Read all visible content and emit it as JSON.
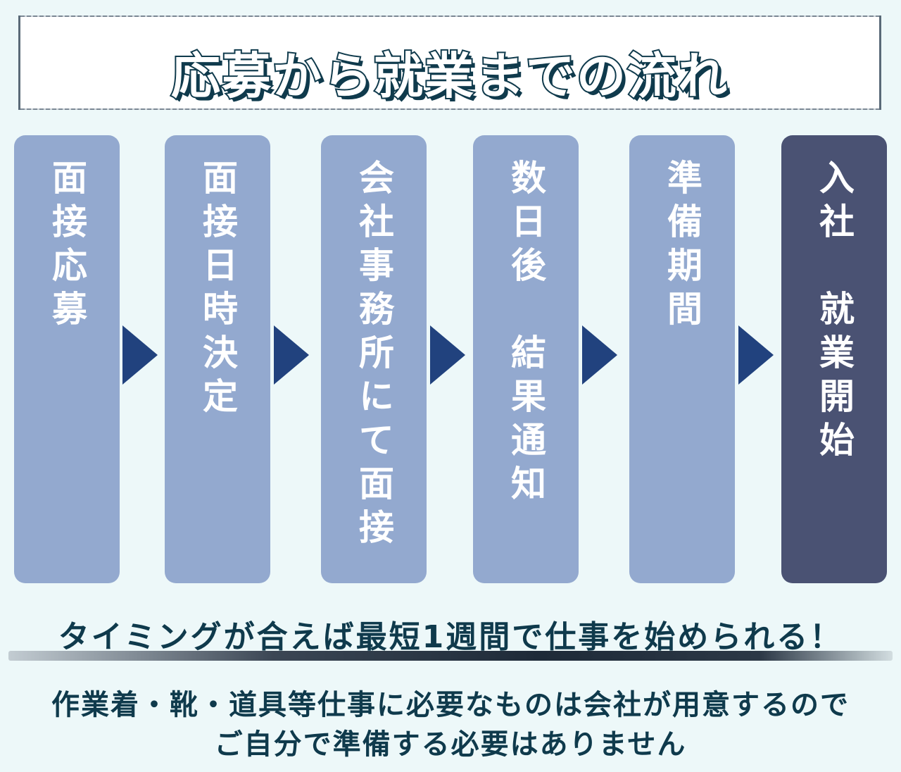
{
  "title": "応募から就業までの流れ",
  "steps": [
    {
      "label": "面接応募"
    },
    {
      "label": "面接日時決定"
    },
    {
      "label": "会社事務所にて面接"
    },
    {
      "label": "数日後　結果通知"
    },
    {
      "label": "準備期間"
    },
    {
      "label": "入社　就業開始"
    }
  ],
  "highlight": "タイミングが合えば最短1週間で仕事を始められる！",
  "note": {
    "line1": "作業着・靴・道具等仕事に必要なものは会社が用意するので",
    "line2": "ご自分で準備する必要はありません"
  },
  "colors": {
    "background": "#edf8f9",
    "step": "#93a9cf",
    "step_final": "#4a5273",
    "arrow": "#21427e",
    "text_dark": "#0f3a4c"
  }
}
